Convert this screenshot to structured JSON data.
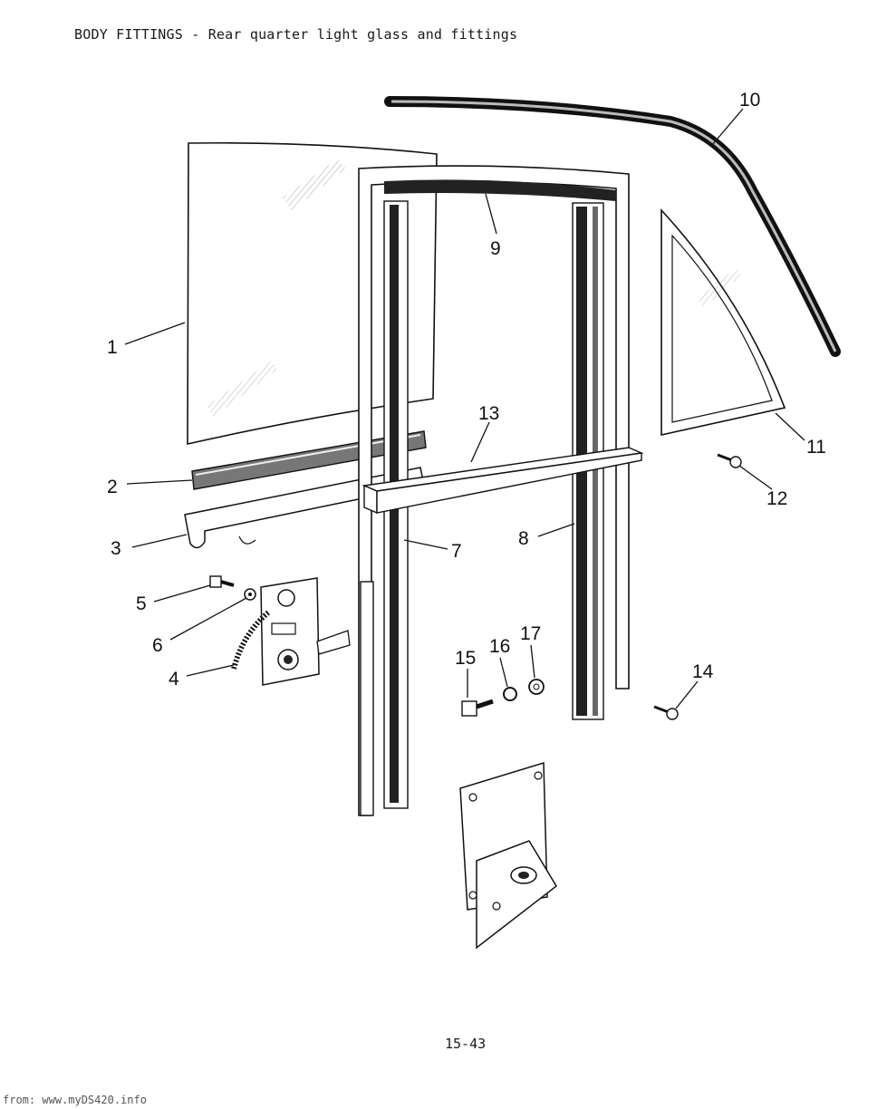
{
  "header": {
    "title": "BODY FITTINGS - Rear quarter light glass and fittings"
  },
  "footer": {
    "page_number": "15-43",
    "source": "from: www.myDS420.info"
  },
  "callouts": {
    "c1": "1",
    "c2": "2",
    "c3": "3",
    "c4": "4",
    "c5": "5",
    "c6": "6",
    "c7": "7",
    "c8": "8",
    "c9": "9",
    "c10": "10",
    "c11": "11",
    "c12": "12",
    "c13": "13",
    "c14": "14",
    "c15": "15",
    "c16": "16",
    "c17": "17"
  },
  "colors": {
    "ink": "#111111",
    "paper": "#ffffff",
    "shade": "#9a9a9a"
  }
}
